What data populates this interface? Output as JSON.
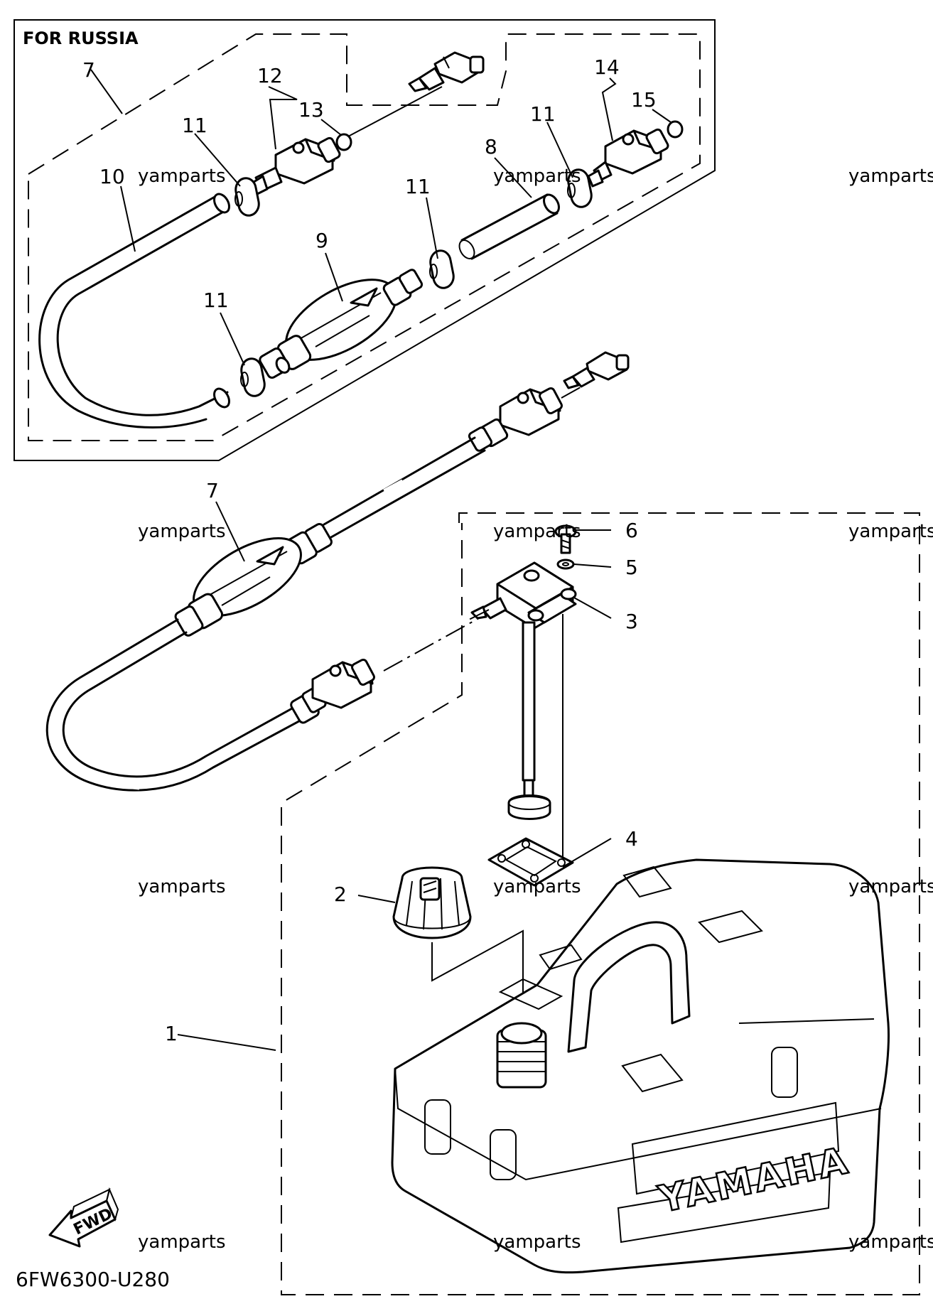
{
  "diagram": {
    "header": "FOR RUSSIA",
    "drawing_code": "6FW6300-U280",
    "fwd_label": "FWD",
    "brand_text": "YAMAHA",
    "watermark": "yamparts",
    "callouts": {
      "c1": "1",
      "c2": "2",
      "c3": "3",
      "c4": "4",
      "c5": "5",
      "c6": "6",
      "c7_inset": "7",
      "c7_main": "7",
      "c8": "8",
      "c9": "9",
      "c10": "10",
      "c11_a": "11",
      "c11_b": "11",
      "c11_c": "11",
      "c11_d": "11",
      "c12": "12",
      "c13": "13",
      "c14": "14",
      "c15": "15"
    }
  }
}
